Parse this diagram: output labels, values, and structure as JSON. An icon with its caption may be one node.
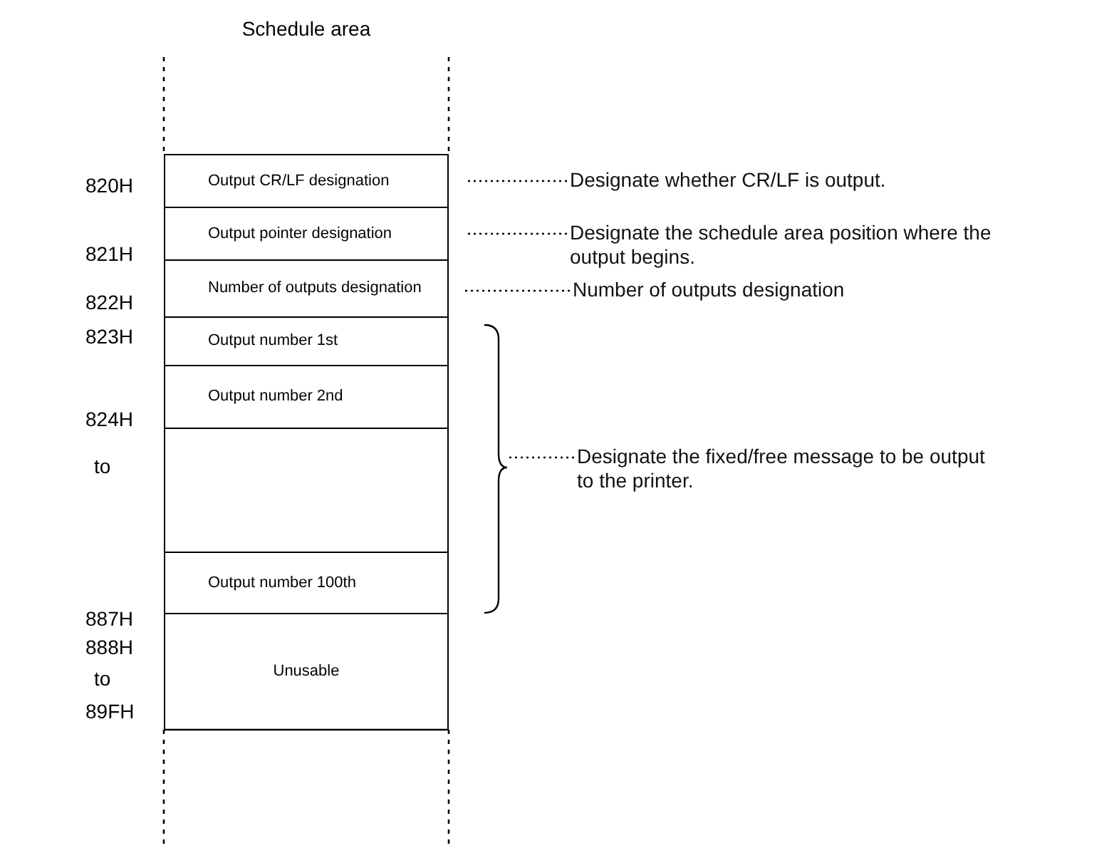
{
  "diagram": {
    "title": "Schedule area",
    "nodes": [
      {
        "text": [
          "Output CR/LF designation"
        ]
      },
      {
        "text": [
          "Output pointer designation"
        ]
      },
      {
        "text": [
          "Number of outputs designation"
        ]
      },
      {
        "text": [
          "Output number 1st"
        ]
      },
      {
        "text": [
          "Output number 2nd"
        ]
      },
      {
        "text": [],
        "shape": "box"
      },
      {
        "text": [
          "Output number 100th"
        ]
      },
      {
        "text": [
          "Unusable"
        ]
      },
      {
        "text": [
          "Designate whether CR/LF is output."
        ]
      },
      {
        "text": [
          "Designate the schedule area position where the output begins."
        ]
      },
      {
        "text": [
          "Number of outputs designation"
        ]
      },
      {
        "text": [
          "Designate the fixed/free message to be output to the printer."
        ]
      },
      {
        "text": [],
        "shape": "bracket"
      }
    ],
    "edges": [
      {
        "from": 8,
        "to": 0,
        "arrow": "none",
        "style": "dashed"
      },
      {
        "from": 9,
        "to": 1,
        "arrow": "none",
        "style": "dashed"
      },
      {
        "from": 10,
        "to": 2,
        "arrow": "none",
        "style": "dashed"
      },
      {
        "from": 11,
        "to": 12,
        "arrow": "none",
        "style": "dashed"
      }
    ],
    "labels": [
      "820H",
      "821H",
      "822H",
      "823H",
      "824H",
      "to",
      "887H",
      "888H",
      "to",
      "89FH"
    ]
  }
}
